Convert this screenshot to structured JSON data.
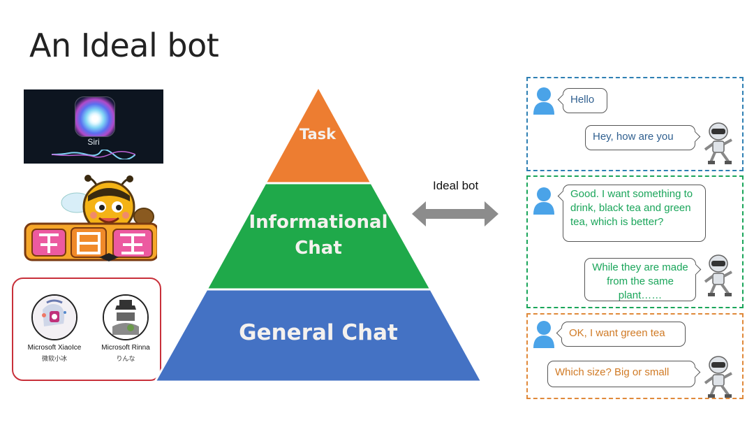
{
  "title": "An Ideal bot",
  "siri": {
    "label": "Siri"
  },
  "microsoft_bots": [
    {
      "name": "Microsoft XiaoIce",
      "subtitle": "微软小冰"
    },
    {
      "name": "Microsoft Rinna",
      "subtitle": "りんな"
    }
  ],
  "pyramid": {
    "levels": [
      {
        "label": "Task",
        "color": "#ed7d31"
      },
      {
        "label": "Informational Chat",
        "line1": "Informational",
        "line2": "Chat",
        "color": "#1fa94a"
      },
      {
        "label": "General Chat",
        "color": "#4472c4"
      }
    ]
  },
  "arrow_label": "Ideal bot",
  "conversations": [
    {
      "border_color": "#2e7fb3",
      "text_color": "#2f5f8f",
      "user": "Hello",
      "bot": "Hey, how are you"
    },
    {
      "border_color": "#1aa55a",
      "text_color": "#1aa55a",
      "user": "Good. I want something to drink, black tea and green tea, which  is better?",
      "bot": "While they are made from the same plant……"
    },
    {
      "border_color": "#e0893a",
      "text_color": "#d07a25",
      "user": "OK, I want green tea",
      "bot": "Which size? Big or small"
    }
  ],
  "icons": [
    "user-icon",
    "robot-icon",
    "double-arrow-icon",
    "siri-icon",
    "bee-logo"
  ]
}
